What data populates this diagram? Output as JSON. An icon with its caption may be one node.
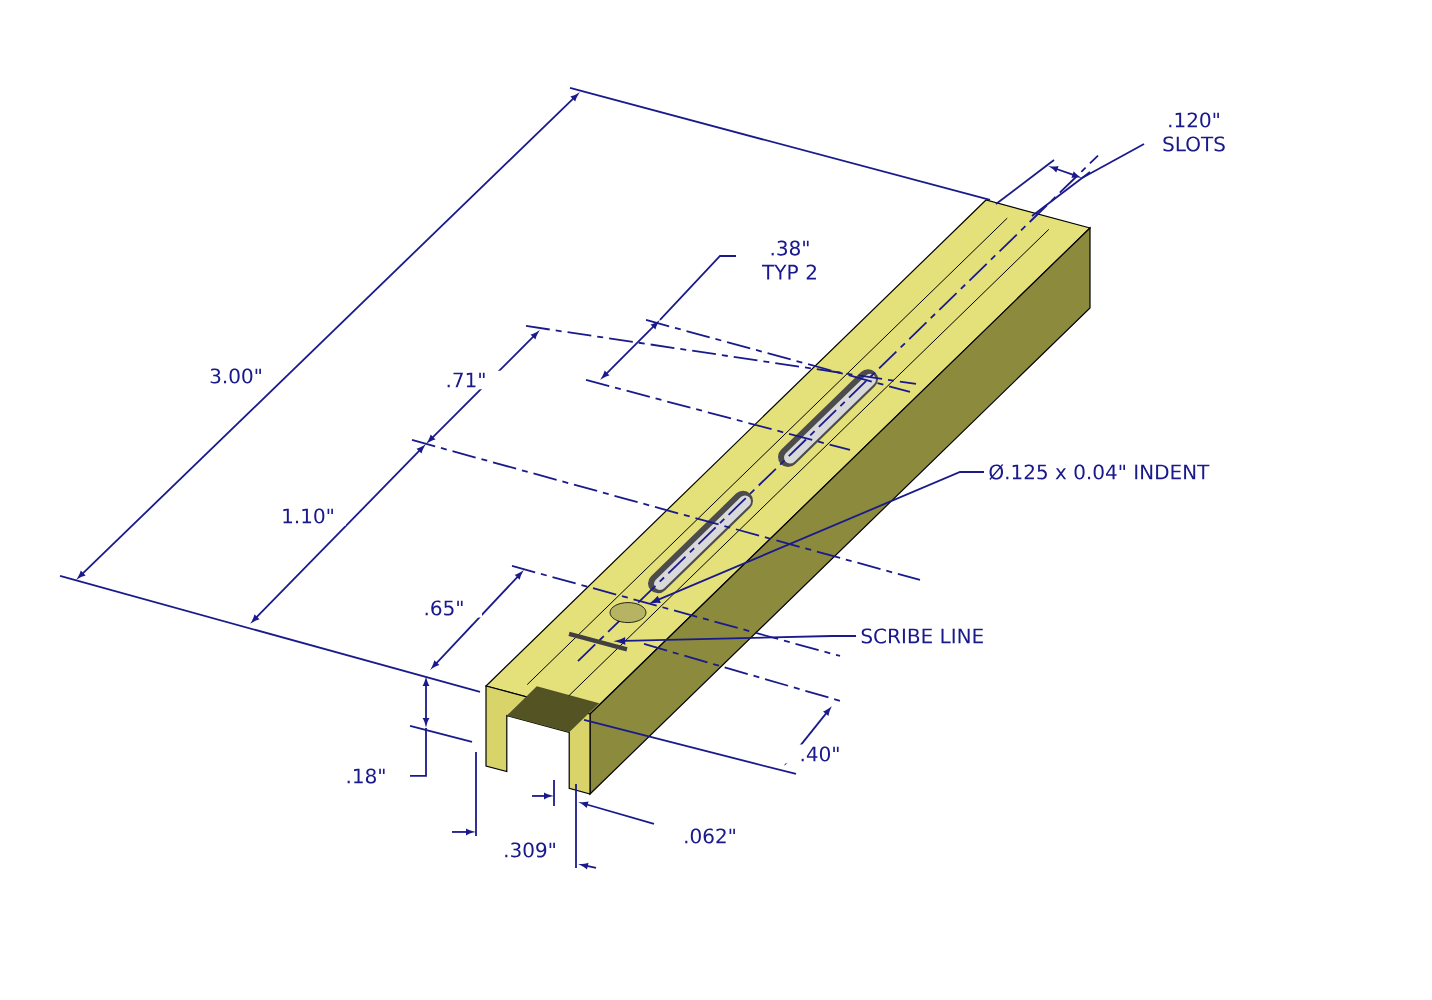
{
  "diagram": {
    "nodes": [
      {
        "text": [
          "Ø.125 x 0.04\" INDENT"
        ]
      },
      {
        "text": [],
        "shape": "circle"
      },
      {
        "text": [
          "SCRIBE LINE"
        ]
      },
      {
        "text": [],
        "shape": "bar"
      }
    ],
    "edges": [
      {
        "from": 0,
        "to": 1,
        "arrow": "to"
      },
      {
        "from": 2,
        "to": 3,
        "arrow": "to"
      }
    ],
    "labels": [
      ".120\" SLOTS",
      ".38\" TYP 2",
      "3.00\"",
      ".71\"",
      "1.10\"",
      ".65\"",
      ".18\"",
      ".40\"",
      ".309\"",
      ".062\""
    ]
  }
}
